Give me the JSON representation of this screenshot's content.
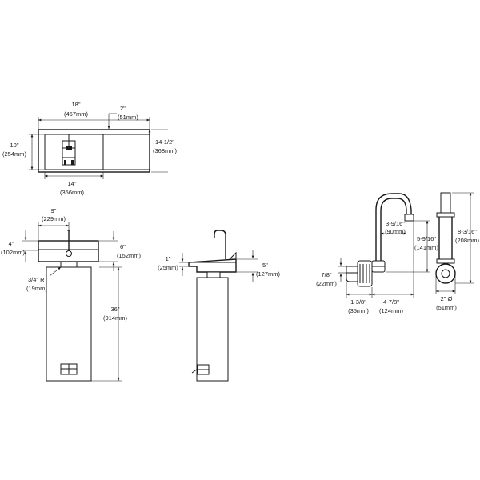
{
  "top_view": {
    "width_in": "18\"",
    "width_mm": "(457mm)",
    "back_in": "2\"",
    "back_mm": "(51mm)",
    "bowl_depth_in": "10\"",
    "bowl_depth_mm": "(254mm)",
    "depth_in": "14-1/2\"",
    "depth_mm": "(368mm)",
    "bowl_width_in": "14\"",
    "bowl_width_mm": "(356mm)"
  },
  "front_view": {
    "faucet_in": "9\"",
    "faucet_mm": "(229mm)",
    "drain_in": "4\"",
    "drain_mm": "(102mm)",
    "rim_in": "6\"",
    "rim_mm": "(152mm)",
    "radius_in": "3/4\" R",
    "radius_mm": "(19mm)",
    "height_in": "36\"",
    "height_mm": "(914mm)"
  },
  "side_view": {
    "lip_in": "1\"",
    "lip_mm": "(25mm)",
    "bowl_in": "5\"",
    "bowl_mm": "(127mm)"
  },
  "faucet_detail": {
    "spout_in": "3-9/16\"",
    "spout_mm": "(90mm)",
    "rise_in": "5-9/16\"",
    "rise_mm": "(141mm)",
    "total_in": "8-3/16\"",
    "total_mm": "(208mm)",
    "offset_in": "7/8\"",
    "offset_mm": "(22mm)",
    "flange_in": "1-3/8\"",
    "flange_mm": "(35mm)",
    "reach_in": "4-7/8\"",
    "reach_mm": "(124mm)",
    "dia_in": "2\" Ø",
    "dia_mm": "(51mm)"
  },
  "colors": {
    "line": "#1a1a1a",
    "background": "#ffffff"
  }
}
